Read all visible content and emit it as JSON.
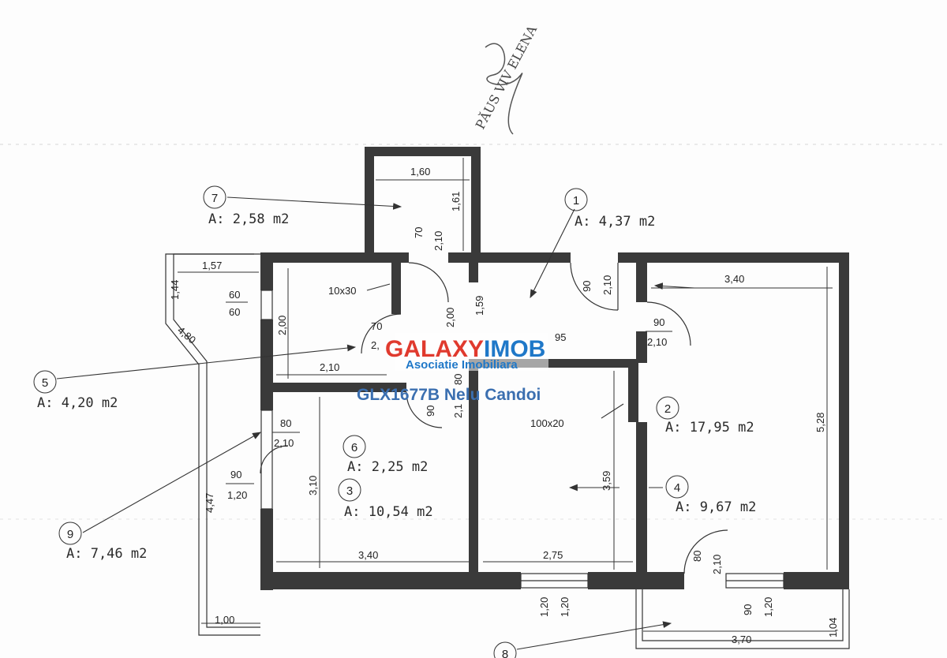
{
  "colors": {
    "wall": "#3a3a3a",
    "line": "#333333",
    "watermark_red": "#e03a2e",
    "watermark_blue": "#1f78c8"
  },
  "signature": {
    "text": "PĂUS VIV ELENA"
  },
  "watermark": {
    "brand_part1": "GALAXY",
    "brand_part2": "IMOB",
    "subtitle": "Asociatie Imobiliara",
    "listing": "GLX1677B Nelu Candoi"
  },
  "rooms": [
    {
      "num": "1",
      "area": "A: 4,37 m2"
    },
    {
      "num": "2",
      "area": "A: 17,95 m2"
    },
    {
      "num": "3",
      "area": "A: 10,54 m2"
    },
    {
      "num": "4",
      "area": "A: 9,67 m2"
    },
    {
      "num": "5",
      "area": "A: 4,20 m2"
    },
    {
      "num": "6",
      "area": "A: 2,25 m2"
    },
    {
      "num": "7",
      "area": "A: 2,58 m2"
    },
    {
      "num": "8"
    },
    {
      "num": "9",
      "area": "A: 7,46 m2"
    }
  ],
  "dimensions": {
    "d160": "1,60",
    "d161": "1,61",
    "d70a": "70",
    "d210a": "2,10",
    "d157": "1,57",
    "d144": "1,44",
    "d480": "4,80",
    "d60a": "60",
    "d60b": "60",
    "d200a": "2,00",
    "d10x30": "10x30",
    "d70b": "70",
    "d2x": "2,",
    "d210b": "2,10",
    "d200b": "2,00",
    "d159": "1,59",
    "d95": "95",
    "d90a": "90",
    "d210c": "2,10",
    "d340a": "3,40",
    "d90b": "90",
    "d210d": "2,10",
    "d528": "5,28",
    "d80a": "80",
    "d210e": "2,10",
    "d90c": "90",
    "d120a": "1,20",
    "d447": "4,47",
    "d310": "3,10",
    "d80b": "80",
    "d90d": "90",
    "d2_1": "2,1",
    "d100x20": "100x20",
    "d359": "3,59",
    "d340b": "3,40",
    "d275": "2,75",
    "d120b": "1,20",
    "d120c": "1,20",
    "d80c": "80",
    "d210f": "2,10",
    "d90e": "90",
    "d120d": "1,20",
    "d104": "1,04",
    "d100": "1,00",
    "d370": "3,70"
  }
}
